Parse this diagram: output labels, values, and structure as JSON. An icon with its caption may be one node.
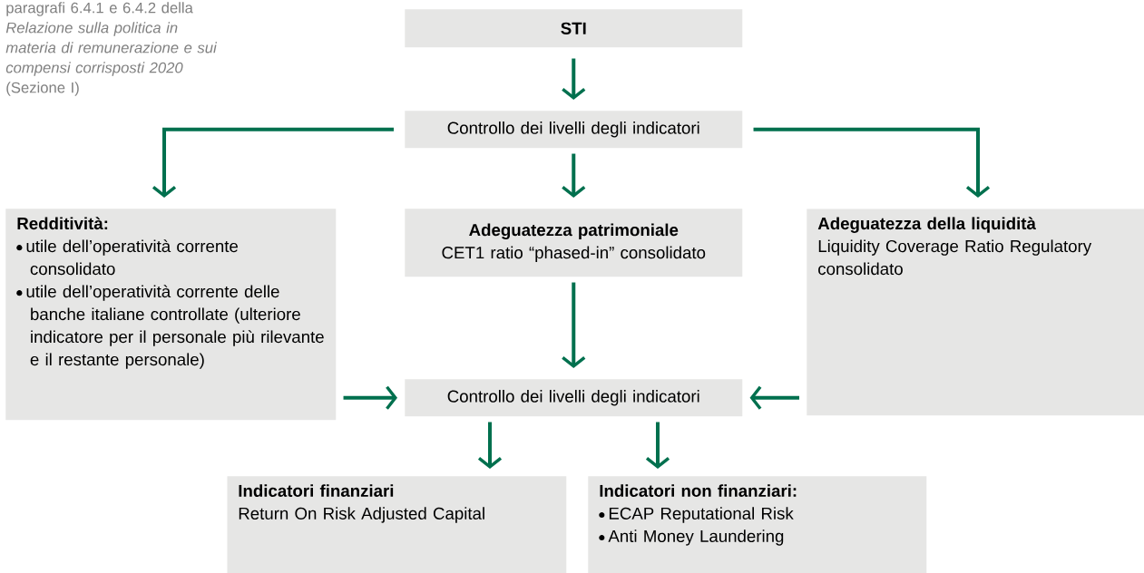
{
  "diagram": {
    "nodes": [
      {
        "text": [
          "STI"
        ]
      },
      {
        "text": [
          "Controllo dei livelli degli indicatori"
        ]
      },
      {
        "text": [
          "Redditività:",
          "utile dell’operatività corrente consolidato",
          "utile dell’operatività corrente delle banche italiane controllate (ulteriore indicatore per il personale più rilevante e il restante personale)"
        ]
      },
      {
        "text": [
          "Adeguatezza patrimoniale",
          "CET1 ratio “phased-in” consolidato"
        ]
      },
      {
        "text": [
          "Adeguatezza della liquidità",
          "Liquidity Coverage Ratio Regulatory consolidato"
        ]
      },
      {
        "text": [
          "Controllo dei livelli degli indicatori"
        ]
      },
      {
        "text": [
          "Indicatori finanziari",
          "Return On Risk Adjusted Capital"
        ]
      },
      {
        "text": [
          "Indicatori non finanziari:",
          "ECAP Reputational Risk",
          "Anti Money Laundering"
        ]
      }
    ],
    "edges": [
      {
        "from": 0,
        "to": 1,
        "arrow": "to"
      },
      {
        "from": 1,
        "to": 2,
        "arrow": "to"
      },
      {
        "from": 1,
        "to": 3,
        "arrow": "to"
      },
      {
        "from": 1,
        "to": 4,
        "arrow": "to"
      },
      {
        "from": 3,
        "to": 5,
        "arrow": "to"
      },
      {
        "from": 2,
        "to": 5,
        "arrow": "to"
      },
      {
        "from": 4,
        "to": 5,
        "arrow": "to"
      },
      {
        "from": 5,
        "to": 6,
        "arrow": "to"
      },
      {
        "from": 5,
        "to": 7,
        "arrow": "to"
      }
    ],
    "labels": [
      "paragrafi 6.4.1 e 6.4.2 della *Relazione sulla politica in materia di remunerazione e sui compensi corrisposti 2020* (Sezione I)"
    ]
  }
}
